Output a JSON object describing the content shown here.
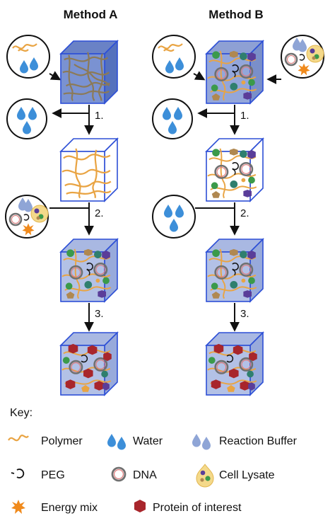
{
  "titles": {
    "method_a": "Method A",
    "method_b": "Method B"
  },
  "steps": {
    "one": "1.",
    "two": "2.",
    "three": "3."
  },
  "key": {
    "heading": "Key:",
    "polymer": "Polymer",
    "water": "Water",
    "reaction_buffer": "Reaction Buffer",
    "peg": "PEG",
    "dna": "DNA",
    "cell_lysate": "Cell Lysate",
    "energy_mix": "Energy mix",
    "protein": "Protein of interest"
  },
  "colors": {
    "polymer_dry": "#8c7a57",
    "polymer": "#e9a443",
    "water": "#3d8fd9",
    "buffer": "#8fa5d6",
    "cube_edge": "#2d4fd6",
    "cube_fill": "#8aa0d6",
    "dna": "#707070",
    "dna_inner": "#e07b7b",
    "lysate": "#f4d98a",
    "energy": "#f08a1c",
    "protein": "#a8262c",
    "green": "#3b9a4a",
    "teal": "#2f7f6e",
    "purple": "#5a3d99",
    "bronze": "#b08850"
  }
}
